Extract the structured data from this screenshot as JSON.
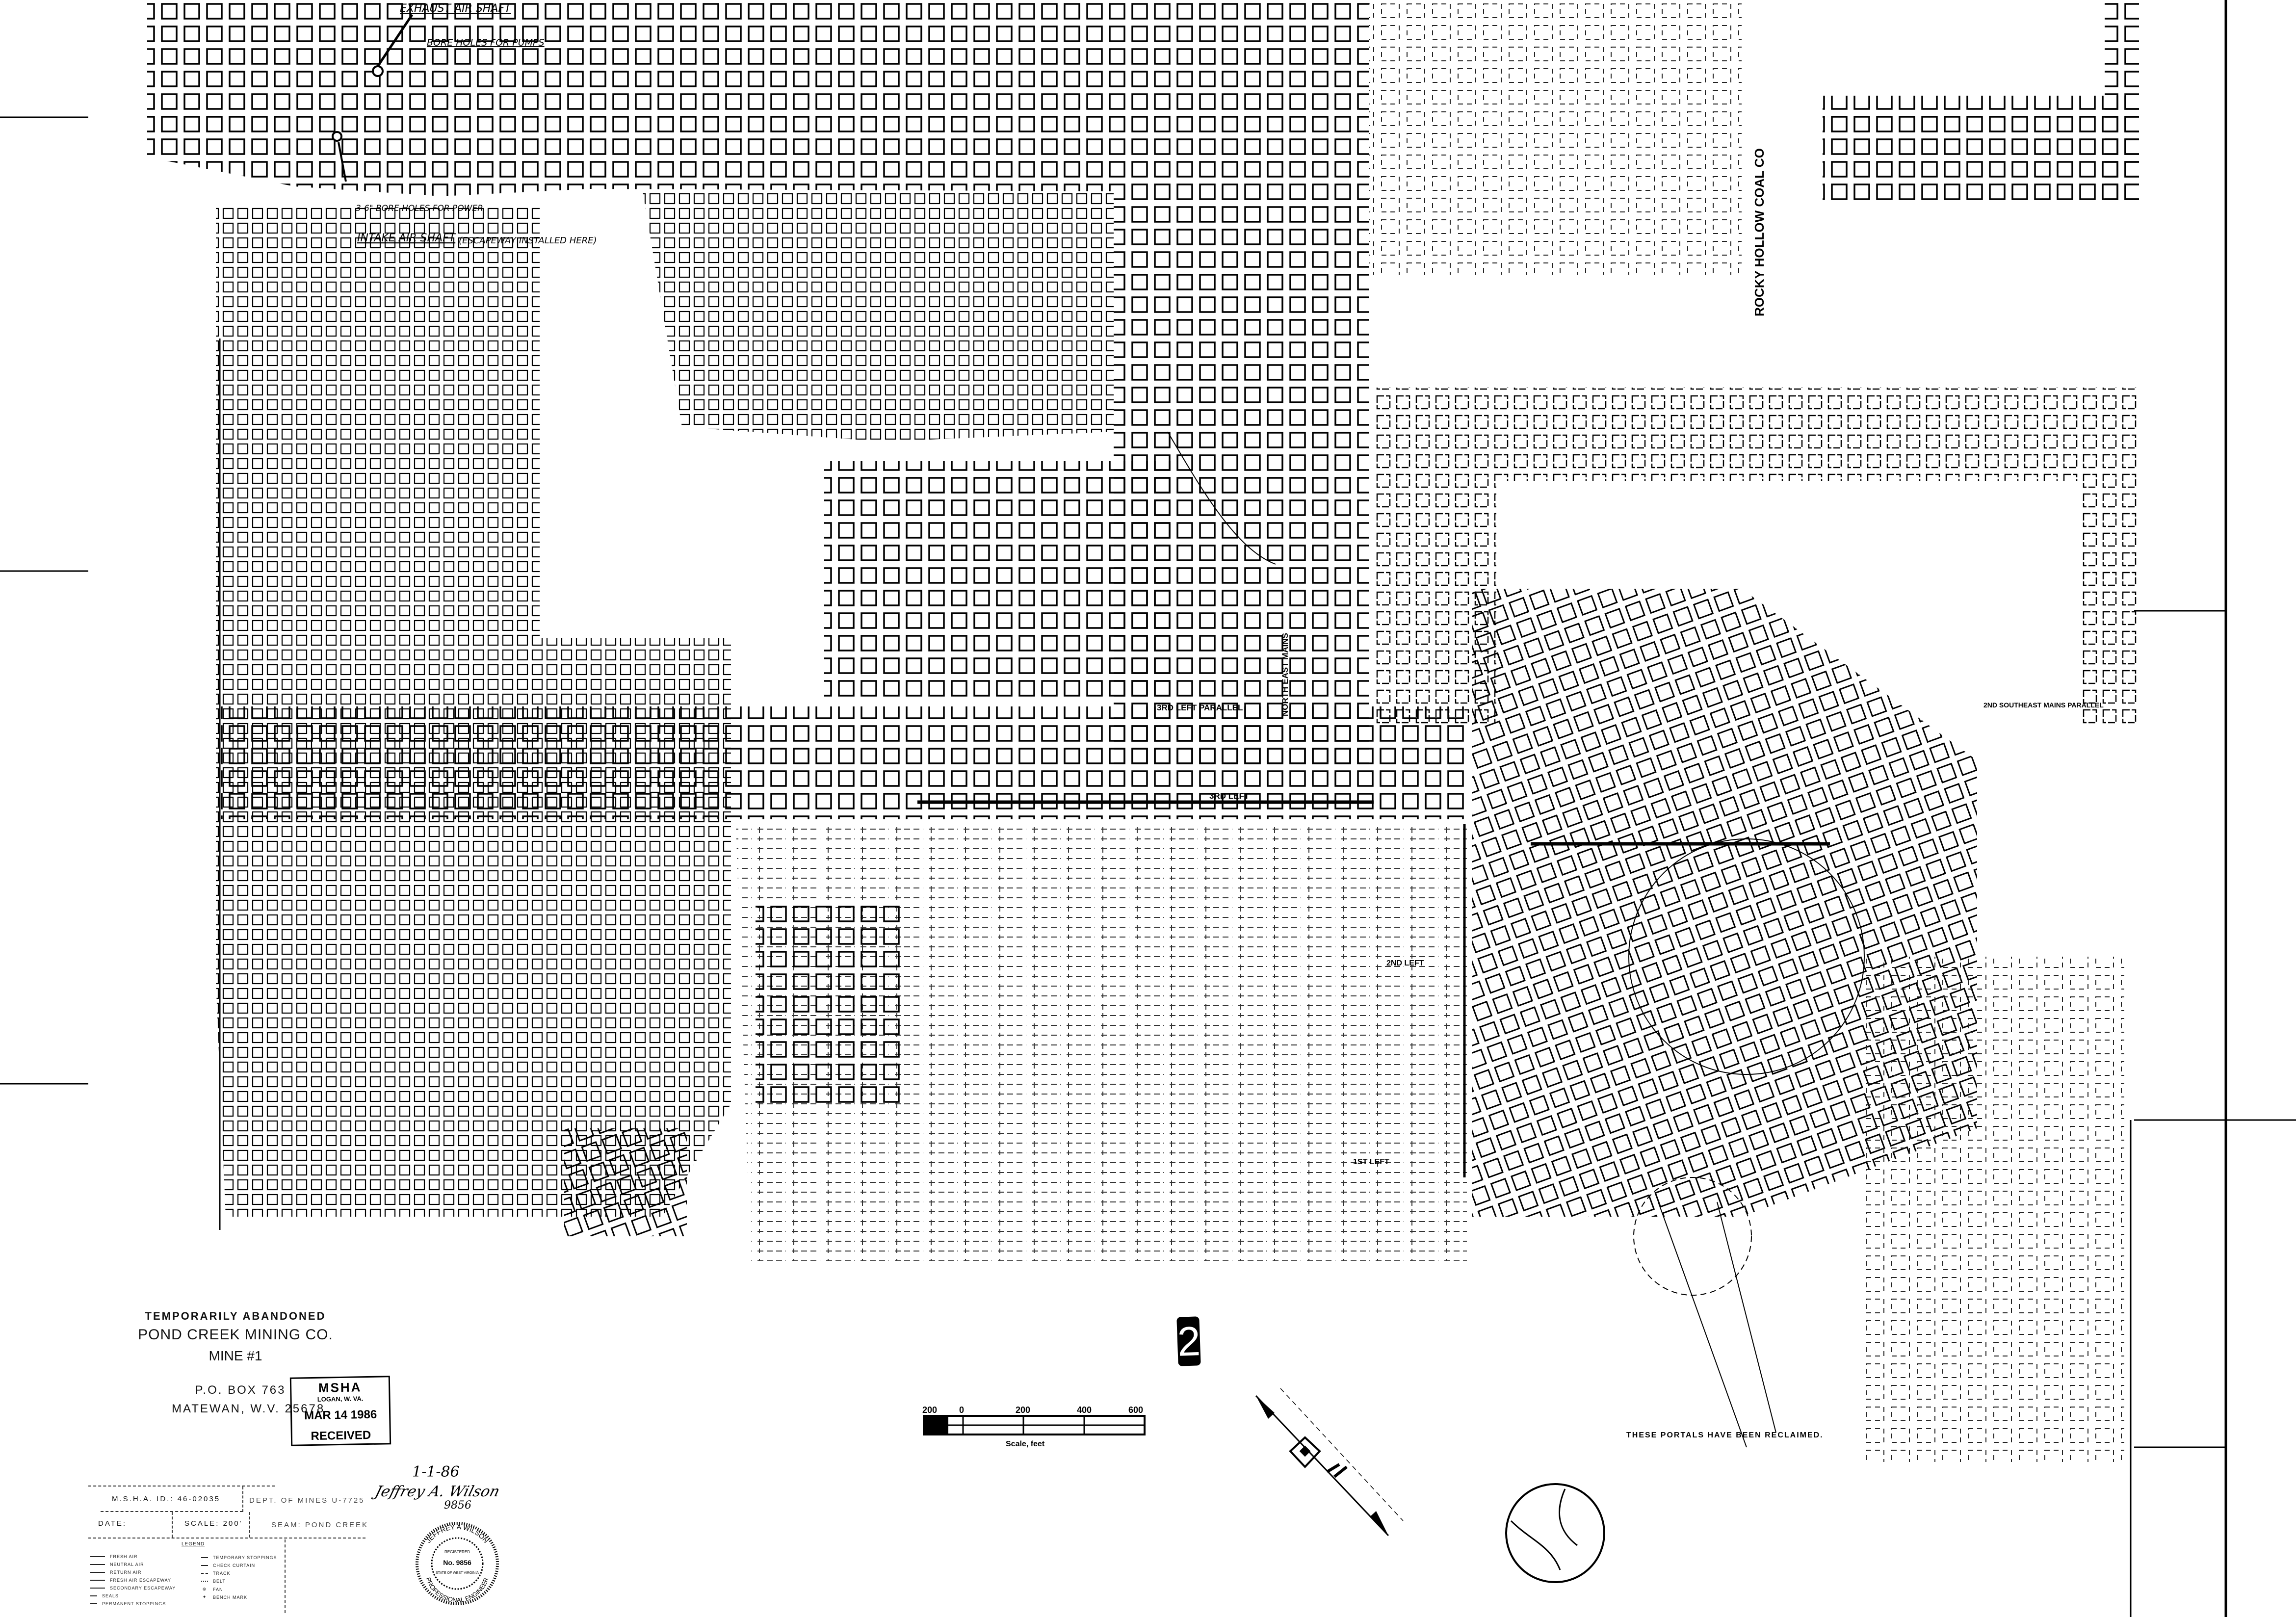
{
  "map": {
    "shaft_labels": {
      "exhaust": "EXHAUST AIR SHAFT",
      "bore_pumps": "BORE HOLES FOR PUMPS",
      "intake": "INTAKE AIR SHAFT",
      "intake_note": "(ESCAPEWAY INSTALLED HERE)",
      "bore_power": "3-6\" BORE HOLES FOR POWER"
    },
    "section_labels": {
      "rocky_hollow": "ROCKY HOLLOW COAL CO",
      "third_left_parallel": "3RD LEFT PARALLEL",
      "north_east_mains": "NORTH EAST MAINS",
      "third_left": "3RD LEFT",
      "second_se_mains_parallel": "2ND SOUTHEAST MAINS PARALLEL",
      "second_left": "2ND LEFT",
      "first_left": "1ST LEFT",
      "portals_note": "THESE PORTALS HAVE BEEN RECLAIMED."
    },
    "sheet_number": "2",
    "scale_bar": {
      "ticks": [
        "200",
        "0",
        "200",
        "400",
        "600"
      ],
      "caption": "Scale, feet"
    }
  },
  "title_block": {
    "status": "TEMPORARILY ABANDONED",
    "company": "POND CREEK MINING CO.",
    "mine": "MINE #1",
    "po_box": "P.O. BOX 763",
    "city": "MATEWAN, W.V.  25678",
    "msha_id_label": "M.S.H.A. ID.:",
    "msha_id": "46-02035",
    "dept_mines_label": "DEPT. OF MINES",
    "dept_mines": "U-7725",
    "date_label": "DATE:",
    "scale_label": "SCALE:",
    "scale": "200'",
    "seam_label": "SEAM:",
    "seam": "POND CREEK",
    "legend_title": "LEGEND",
    "legend_left": [
      "FRESH AIR",
      "NEUTRAL AIR",
      "RETURN AIR",
      "FRESH AIR ESCAPEWAY",
      "SECONDARY ESCAPEWAY",
      "SEALS",
      "PERMANENT STOPPINGS"
    ],
    "legend_right": [
      "TEMPORARY STOPPINGS",
      "CHECK CURTAIN",
      "TRACK",
      "BELT",
      "FAN",
      "BENCH MARK"
    ]
  },
  "stamp": {
    "agency": "MSHA",
    "office": "LOGAN, W. VA.",
    "date": "MAR 14 1986",
    "status": "RECEIVED"
  },
  "seal": {
    "name": "JEFFREY A WILSON",
    "registered": "REGISTERED",
    "number": "No. 9856",
    "state": "STATE OF WEST VIRGINIA",
    "title": "PROFESSIONAL ENGINEER"
  },
  "signature": {
    "date": "1-1-86",
    "name": "Jeffrey A. Wilson",
    "number": "9856"
  },
  "colors": {
    "ink": "#000000",
    "paper": "#ffffff"
  }
}
